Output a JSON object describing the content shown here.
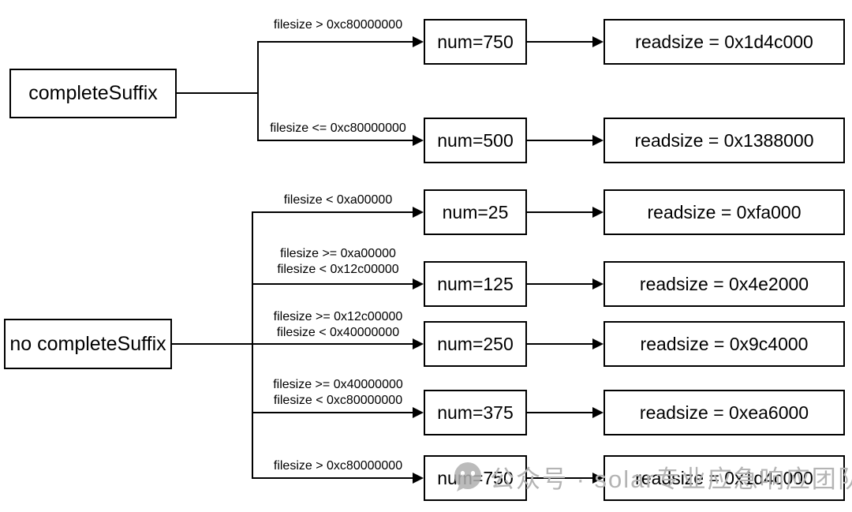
{
  "diagram": {
    "root_top": {
      "label": "completeSuffix"
    },
    "root_bottom": {
      "label": "no completeSuffix"
    },
    "top_branches": [
      {
        "condition_lines": [
          "filesize > 0xc80000000"
        ],
        "num": "num=750",
        "readsize": "readsize = 0x1d4c000"
      },
      {
        "condition_lines": [
          "filesize <= 0xc80000000"
        ],
        "num": "num=500",
        "readsize": "readsize = 0x1388000"
      }
    ],
    "bottom_branches": [
      {
        "condition_lines": [
          "filesize < 0xa00000"
        ],
        "num": "num=25",
        "readsize": "readsize = 0xfa000"
      },
      {
        "condition_lines": [
          "filesize >= 0xa00000",
          "filesize < 0x12c00000"
        ],
        "num": "num=125",
        "readsize": "readsize = 0x4e2000"
      },
      {
        "condition_lines": [
          "filesize >= 0x12c00000",
          "filesize < 0x40000000"
        ],
        "num": "num=250",
        "readsize": "readsize = 0x9c4000"
      },
      {
        "condition_lines": [
          "filesize >= 0x40000000",
          "filesize < 0xc80000000"
        ],
        "num": "num=375",
        "readsize": "readsize = 0xea6000"
      },
      {
        "condition_lines": [
          "filesize > 0xc80000000"
        ],
        "num": "num=750",
        "readsize": "readsize = 0x1d4c000"
      }
    ],
    "colors": {
      "stroke": "#000000",
      "background": "#ffffff",
      "watermark_grey": "#b4b4b4"
    }
  },
  "watermark": {
    "icon": "wechat-icon",
    "text": "公众号 · solar专业应急响应团队"
  }
}
